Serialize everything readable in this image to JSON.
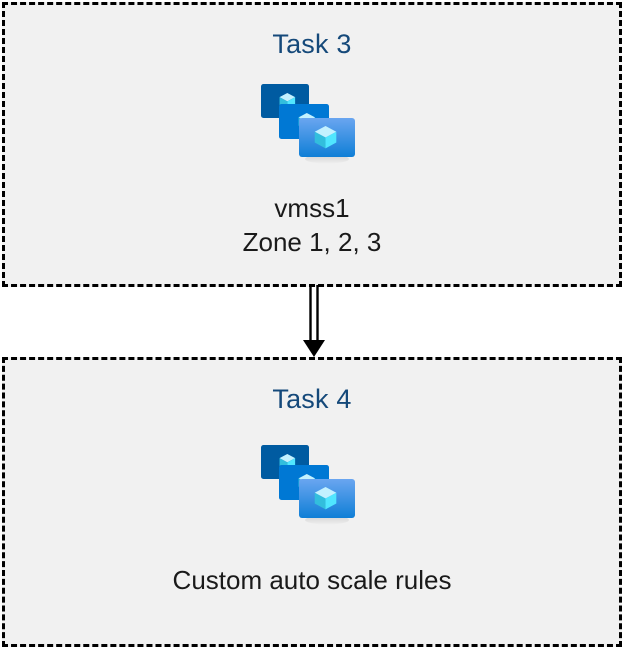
{
  "diagram": {
    "type": "flow",
    "background_color": "#ffffff",
    "panel_fill": "#f1f1f1",
    "panel_border_color": "#000000",
    "title_color": "#15497a",
    "caption_color": "#1a1a1a",
    "nodes": [
      {
        "id": "task-3",
        "title": "Task 3",
        "icon": "vm-scale-set-icon",
        "caption": "vmss1\nZone 1, 2, 3"
      },
      {
        "id": "task-4",
        "title": "Task 4",
        "icon": "vm-scale-set-icon",
        "caption": "Custom auto scale rules"
      }
    ],
    "connector": {
      "id": "task3-to-task4",
      "style": "double-line-arrow",
      "direction": "down",
      "from": "task-3",
      "to": "task-4",
      "color": "#000000"
    }
  },
  "icon_palette": {
    "screen_back": "#005BA1",
    "screen_middle": "#0078d4",
    "screen_front_top": "#5ea0ef",
    "screen_front_bottom": "#0f7fd6",
    "cube_light": "#c3f1ff",
    "cube_mid": "#50e6ff",
    "cube_dark": "#32bedd",
    "stand_top": "#949494",
    "stand_base": "#dcdcdc"
  }
}
